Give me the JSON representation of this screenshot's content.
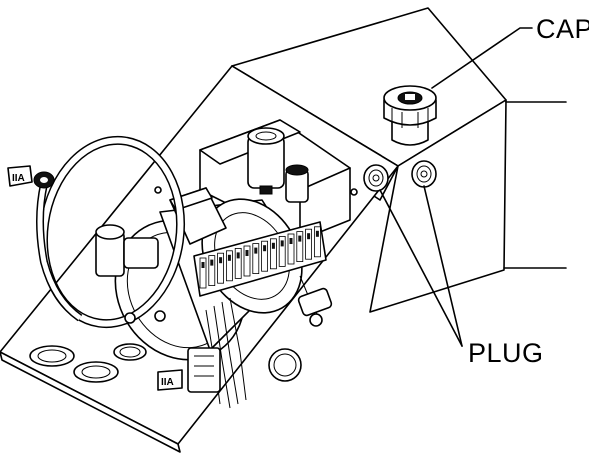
{
  "callouts": {
    "cap": "CAP",
    "plug": "PLUG"
  },
  "component_tags": {
    "battery_tag_left": "IIA",
    "battery_tag_bottom": "IIA"
  }
}
